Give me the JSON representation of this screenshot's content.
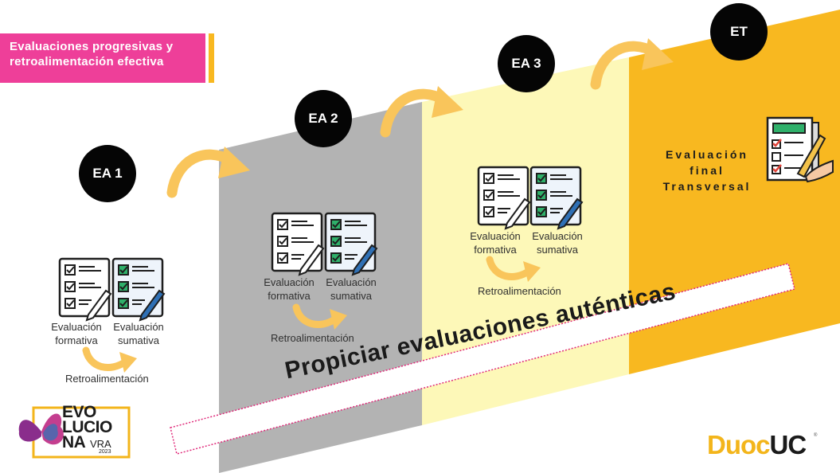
{
  "title": {
    "line1": "Evaluaciones progresivas y",
    "line2": "retroalimentación efectiva"
  },
  "stages": [
    {
      "badge": "EA 1",
      "formativa": [
        "Evaluación",
        "formativa"
      ],
      "sumativa": [
        "Evaluación",
        "sumativa"
      ],
      "retro": "Retroalimentación"
    },
    {
      "badge": "EA 2",
      "formativa": [
        "Evaluación",
        "formativa"
      ],
      "sumativa": [
        "Evaluación",
        "sumativa"
      ],
      "retro": "Retroalimentación"
    },
    {
      "badge": "EA 3",
      "formativa": [
        "Evaluación",
        "formativa"
      ],
      "sumativa": [
        "Evaluación",
        "sumativa"
      ],
      "retro": "Retroalimentación"
    },
    {
      "badge": "ET",
      "final_lines": [
        "Evaluación",
        "final",
        "Transversal"
      ]
    }
  ],
  "banner": "Propiciar evaluaciones auténticas",
  "logos": {
    "evoluciona_lines": [
      "EVO",
      "LUCIO",
      "NA"
    ],
    "evoluciona_suffix": "VRA",
    "evoluciona_year": "2023",
    "duoc_part1": "Duoc",
    "duoc_part2": "UC",
    "duoc_mark": "®"
  },
  "colors": {
    "pink": "#ee3f99",
    "gray_step": "#b3b3b3",
    "pale_step": "#fdf8b8",
    "gold_step": "#f8b820",
    "arrow": "#f9c55b",
    "check_green": "#2fb06a",
    "pen_blue": "#2f70b5"
  },
  "icons": [
    "checklist-formativa-icon",
    "checklist-sumativa-icon",
    "curved-arrow-icon",
    "signing-document-icon",
    "butterfly-icon"
  ]
}
